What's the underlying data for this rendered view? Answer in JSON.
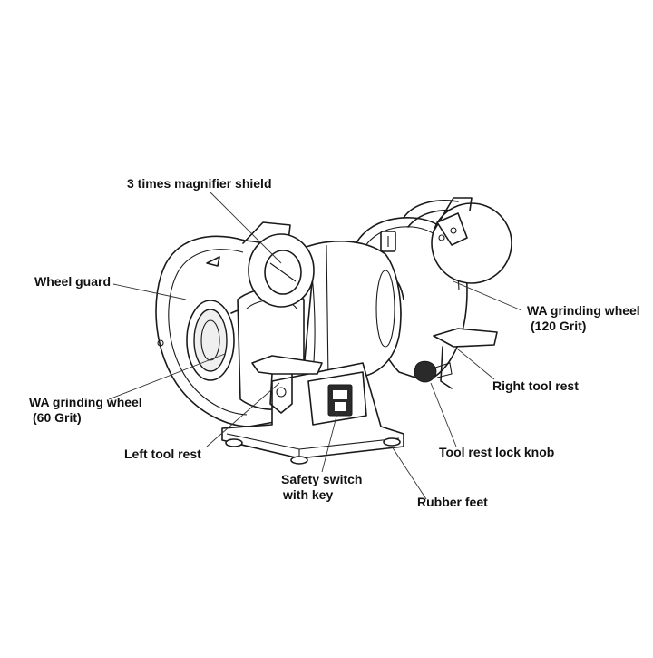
{
  "diagram": {
    "subject": "Bench grinder",
    "labels": {
      "magnifier_shield": "3 times magnifier shield",
      "wheel_guard": "Wheel guard",
      "wheel_120_line1": "WA grinding wheel",
      "wheel_120_line2": "(120 Grit)",
      "right_tool_rest": "Right tool rest",
      "wheel_60_line1": "WA grinding wheel",
      "wheel_60_line2": "(60 Grit)",
      "lock_knob": "Tool rest lock knob",
      "left_tool_rest": "Left tool rest",
      "switch_line1": "Safety switch",
      "switch_line2": "with key",
      "rubber_feet": "Rubber feet"
    },
    "colors": {
      "line": "#1a1a1a",
      "background": "#ffffff",
      "switch_panel": "#2a2a2a"
    }
  }
}
